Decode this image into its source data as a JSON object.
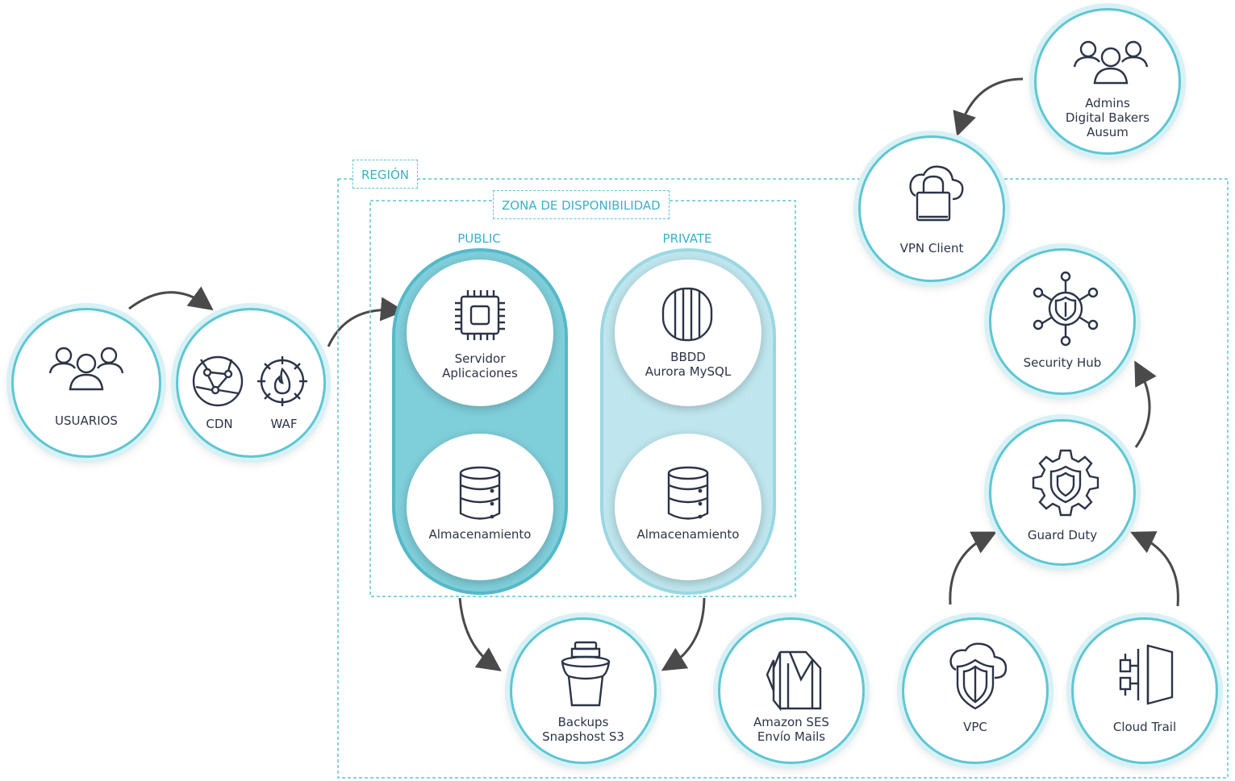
{
  "region": {
    "label": "REGIÓN"
  },
  "zone": {
    "label": "ZONA DE DISPONIBILIDAD"
  },
  "columns": {
    "public": "PUBLIC",
    "private": "PRIVATE"
  },
  "nodes": {
    "usuarios": {
      "label": "USUARIOS",
      "icon": "users-icon"
    },
    "cdn": {
      "label": "CDN",
      "icon": "network-globe-icon"
    },
    "waf": {
      "label": "WAF",
      "icon": "firewall-icon"
    },
    "servidor": {
      "label": "Servidor\nAplicaciones",
      "icon": "cpu-chip-icon"
    },
    "almacenamiento_public": {
      "label": "Almacenamiento",
      "icon": "database-icon"
    },
    "bbdd": {
      "label": "BBDD\nAurora MySQL",
      "icon": "aurora-database-icon"
    },
    "almacenamiento_private": {
      "label": "Almacenamiento",
      "icon": "database-icon"
    },
    "backups": {
      "label": "Backups\nSnapshost S3",
      "icon": "bucket-icon"
    },
    "ses": {
      "label": "Amazon SES\nEnvío Mails",
      "icon": "mail-service-icon"
    },
    "vpc": {
      "label": "VPC",
      "icon": "cloud-shield-icon"
    },
    "cloudtrail": {
      "label": "Cloud Trail",
      "icon": "trail-icon"
    },
    "guardduty": {
      "label": "Guard Duty",
      "icon": "gear-shield-icon"
    },
    "securityhub": {
      "label": "Security Hub",
      "icon": "shield-hub-icon"
    },
    "vpnclient": {
      "label": "VPN Client",
      "icon": "cloud-lock-icon"
    },
    "admins": {
      "label": "Admins\nDigital Bakers\nAusum",
      "icon": "users-icon"
    }
  },
  "colors": {
    "accent": "#5ec6d3",
    "text": "#2c3447",
    "arrow": "#4a4a4a"
  }
}
